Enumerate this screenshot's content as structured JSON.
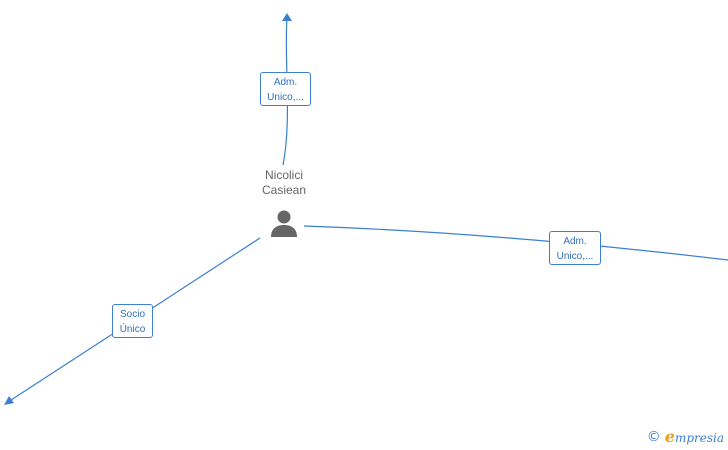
{
  "person": {
    "name_line1": "Nicolici",
    "name_line2": "Casiean",
    "icon": "person-icon"
  },
  "relations": [
    {
      "id": "top",
      "line1": "Adm.",
      "line2": "Unico,..."
    },
    {
      "id": "right",
      "line1": "Adm.",
      "line2": "Unico,..."
    },
    {
      "id": "bottom-left",
      "line1": "Socio",
      "line2": "Único"
    }
  ],
  "watermark": {
    "copyright_symbol": "©",
    "brand_first_letter": "e",
    "brand_rest": "mpresia"
  },
  "colors": {
    "edge": "#3a7fd0",
    "label_text": "#2f6fc0",
    "person_icon": "#666666",
    "brand_orange": "#f29a1a"
  }
}
